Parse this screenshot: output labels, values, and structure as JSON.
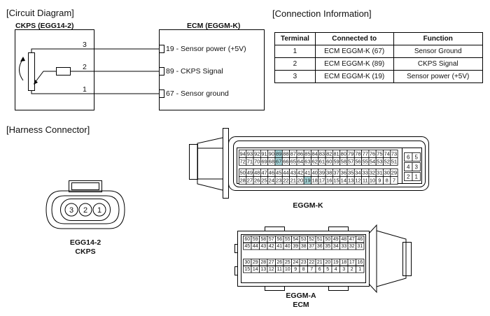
{
  "sections": {
    "circuit_diagram": "[Circuit Diagram]",
    "connection_info": "[Connection Information]",
    "harness_connector": "[Harness Connector]"
  },
  "circuit": {
    "sensor_title": "CKPS (EGG14-2)",
    "ecm_title": "ECM (EGGM-K)",
    "wires": [
      {
        "num": "3",
        "pin_label": "19 - Sensor power (+5V)"
      },
      {
        "num": "2",
        "pin_label": "89 - CKPS Signal"
      },
      {
        "num": "1",
        "pin_label": "67 - Sensor ground"
      }
    ]
  },
  "connection_table": {
    "headers": [
      "Terminal",
      "Connected to",
      "Function"
    ],
    "rows": [
      [
        "1",
        "ECM EGGM-K (67)",
        "Sensor Ground"
      ],
      [
        "2",
        "ECM EGGM-K (89)",
        "CKPS Signal"
      ],
      [
        "3",
        "ECM EGGM-K (19)",
        "Sensor power (+5V)"
      ]
    ]
  },
  "ckps_connector": {
    "pins": [
      "3",
      "2",
      "1"
    ],
    "label_line1": "EGG14-2",
    "label_line2": "CKPS"
  },
  "eggm_k": {
    "label": "EGGM-K",
    "highlighted_pins": [
      "89",
      "67",
      "19"
    ],
    "highlight_color": "#a8d8dc",
    "rows": [
      [
        "94",
        "93",
        "92",
        "91",
        "90",
        "89",
        "88",
        "87",
        "86",
        "85",
        "84",
        "83",
        "82",
        "81",
        "80",
        "79",
        "78",
        "77",
        "76",
        "75",
        "74",
        "73"
      ],
      [
        "72",
        "71",
        "70",
        "69",
        "68",
        "67",
        "66",
        "65",
        "64",
        "63",
        "62",
        "61",
        "60",
        "59",
        "58",
        "57",
        "56",
        "55",
        "54",
        "53",
        "52",
        "51"
      ],
      [
        "50",
        "49",
        "48",
        "47",
        "46",
        "45",
        "44",
        "43",
        "42",
        "41",
        "40",
        "39",
        "38",
        "37",
        "36",
        "35",
        "34",
        "33",
        "32",
        "31",
        "30",
        "29"
      ],
      [
        "28",
        "27",
        "26",
        "25",
        "24",
        "23",
        "22",
        "21",
        "20",
        "19",
        "18",
        "17",
        "16",
        "15",
        "14",
        "13",
        "12",
        "11",
        "10",
        "9",
        "8",
        "7"
      ]
    ],
    "side_rows": [
      [
        "6",
        "5"
      ],
      [
        "4",
        "3"
      ],
      [
        "2",
        "1"
      ]
    ]
  },
  "eggm_a": {
    "label_line1": "EGGM-A",
    "label_line2": "ECM",
    "rows": [
      [
        "60",
        "59",
        "58",
        "57",
        "56",
        "55",
        "54",
        "53",
        "52",
        "51",
        "50",
        "49",
        "48",
        "47",
        "46"
      ],
      [
        "45",
        "44",
        "43",
        "42",
        "41",
        "40",
        "39",
        "38",
        "37",
        "36",
        "35",
        "34",
        "33",
        "32",
        "31"
      ],
      [
        "30",
        "29",
        "28",
        "27",
        "26",
        "25",
        "24",
        "23",
        "22",
        "21",
        "20",
        "19",
        "18",
        "17",
        "16"
      ],
      [
        "15",
        "14",
        "13",
        "12",
        "11",
        "10",
        "9",
        "8",
        "7",
        "6",
        "5",
        "4",
        "3",
        "2",
        "1"
      ]
    ]
  }
}
